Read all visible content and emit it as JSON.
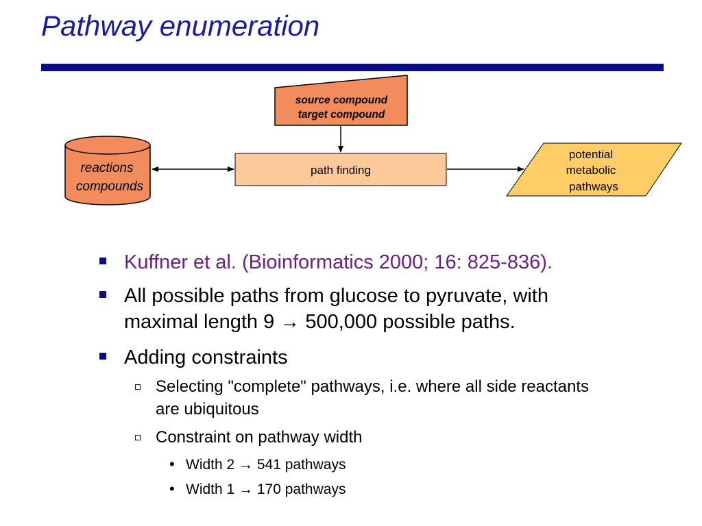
{
  "slide": {
    "title": "Pathway enumeration",
    "colors": {
      "title": "#1a1aa8",
      "rule": "#0a0a8c",
      "citation": "#6b1f8a"
    }
  },
  "diagram": {
    "input_box": {
      "line1": "source compound",
      "line2": "target compound",
      "fill": "#f28c5c"
    },
    "database": {
      "line1": "reactions",
      "line2": "compounds",
      "fill": "#f28c5c"
    },
    "process": {
      "label": "path finding",
      "fill": "#fdc89a"
    },
    "output": {
      "line1": "potential",
      "line2": "metabolic",
      "line3": "pathways",
      "fill": "#ffcd66"
    }
  },
  "bullets": {
    "citation": "Kuffner et al. (Bioinformatics 2000; 16: 825-836).",
    "paths_line1": "All possible paths from glucose to pyruvate, with",
    "paths_line2": "maximal length 9 → 500,000 possible paths.",
    "constraints": "Adding constraints",
    "complete_line1": "Selecting \"complete\" pathways, i.e. where all side reactants",
    "complete_line2": "are ubiquitous",
    "width_constraint": "Constraint on pathway width",
    "width2": "Width 2 → 541 pathways",
    "width1": "Width 1 → 170 pathways",
    "bullet_char": "•"
  }
}
